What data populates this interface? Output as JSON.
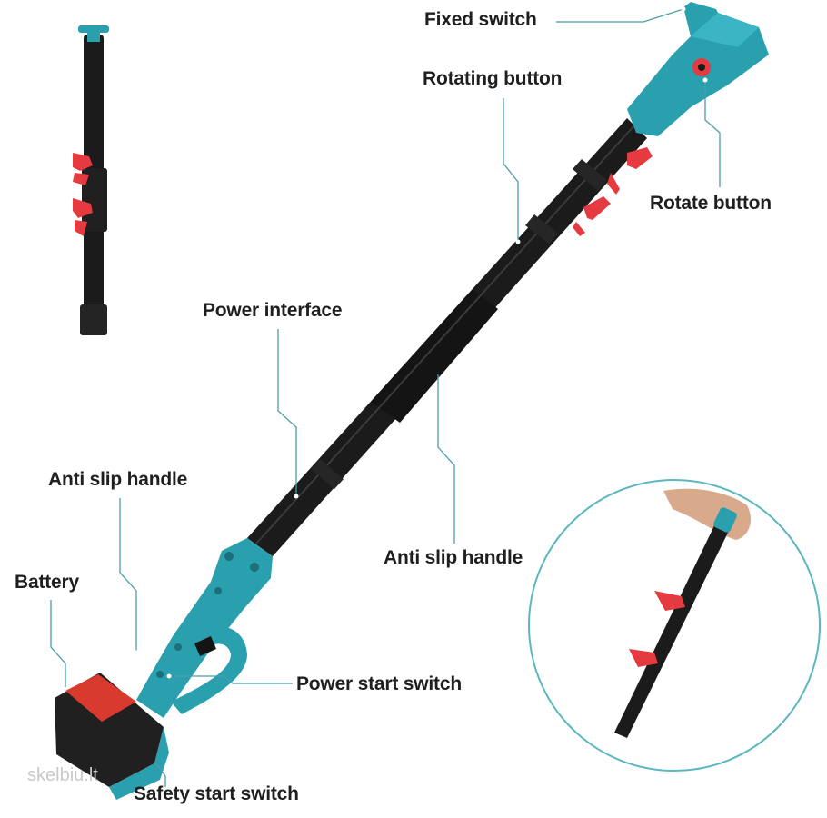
{
  "labels": {
    "fixed_switch": "Fixed switch",
    "rotating_button": "Rotating button",
    "rotate_button": "Rotate button",
    "power_interface": "Power interface",
    "anti_slip_handle_left": "Anti slip handle",
    "anti_slip_handle_center": "Anti slip handle",
    "battery": "Battery",
    "power_start_switch": "Power start switch",
    "safety_start_switch": "Safety start switch"
  },
  "watermark": "skelbiu.lt",
  "colors": {
    "tool_body": "#2a9fae",
    "pole": "#1a1a1a",
    "clamp": "#e53a3f",
    "battery_top": "#d93a2e",
    "leader_line": "#4a9ea8"
  }
}
